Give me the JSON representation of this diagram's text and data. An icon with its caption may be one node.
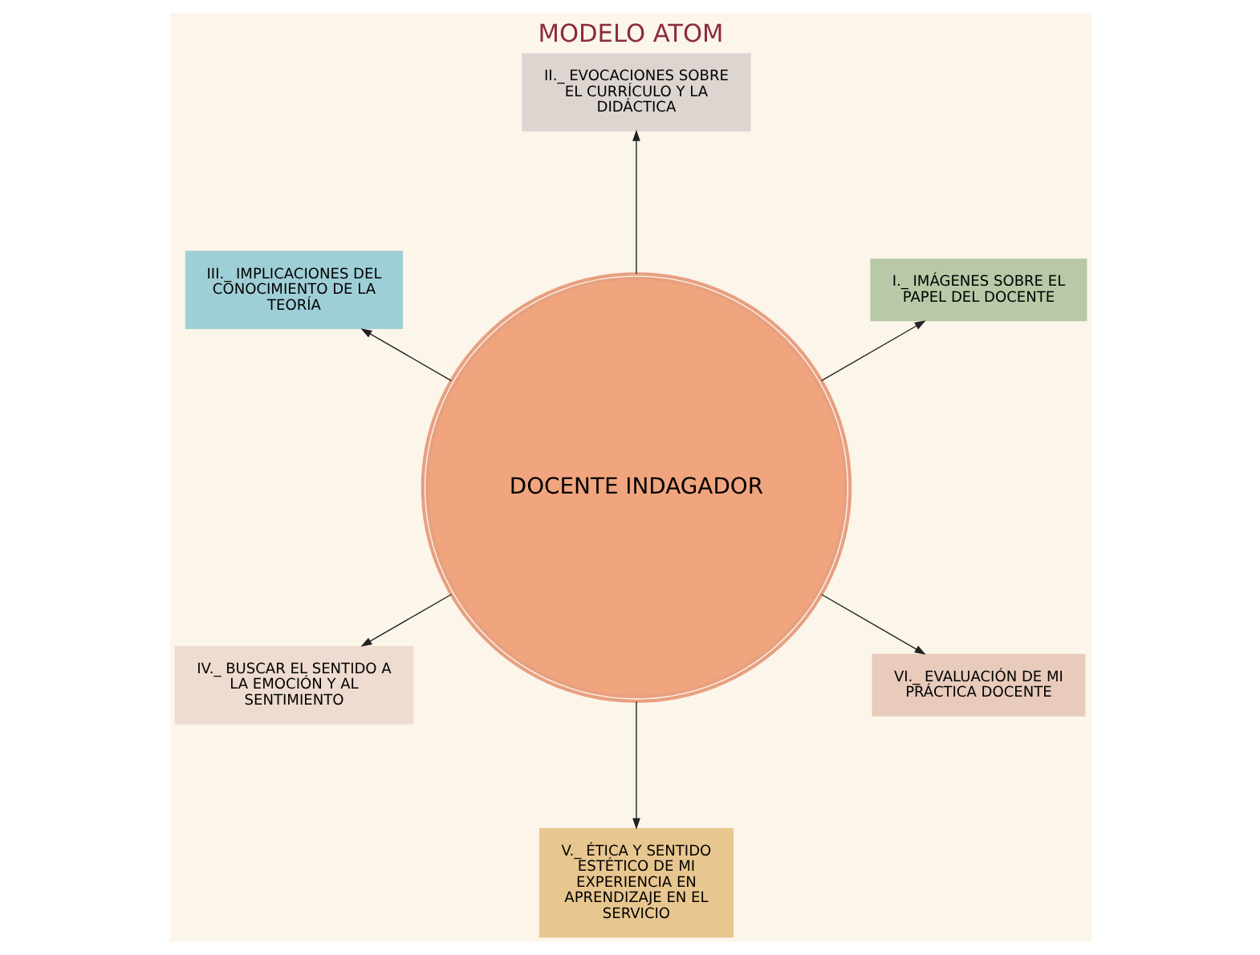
{
  "diagram": {
    "title": "MODELO ATOM",
    "nodes": [
      {
        "text": [
          "DOCENTE INDAGADOR"
        ]
      },
      {
        "text": [
          "I._ IMÁGENES SOBRE EL PAPEL DEL DOCENTE"
        ]
      },
      {
        "text": [
          "II._ EVOCACIONES SOBRE EL CURRÍCULO Y LA DIDÁCTICA"
        ]
      },
      {
        "text": [
          "III._ IMPLICACIONES DEL CONOCIMIENTO DE LA TEORÍA"
        ]
      },
      {
        "text": [
          "IV._ BUSCAR EL SENTIDO A LA EMOCIÓN Y AL SENTIMIENTO"
        ]
      },
      {
        "text": [
          "V._ ÉTICA Y SENTIDO ESTÉTICO DE MI EXPERIENCIA EN APRENDIZAJE EN EL SERVICIO"
        ]
      },
      {
        "text": [
          "VI._ EVALUACIÓN DE MI PRÁCTICA DOCENTE"
        ]
      }
    ],
    "edges": [
      {
        "from": 0,
        "to": 1,
        "arrow": "to"
      },
      {
        "from": 0,
        "to": 2,
        "arrow": "to"
      },
      {
        "from": 0,
        "to": 3,
        "arrow": "to"
      },
      {
        "from": 0,
        "to": 4,
        "arrow": "to"
      },
      {
        "from": 0,
        "to": 5,
        "arrow": "to"
      },
      {
        "from": 0,
        "to": 6,
        "arrow": "to"
      }
    ]
  }
}
